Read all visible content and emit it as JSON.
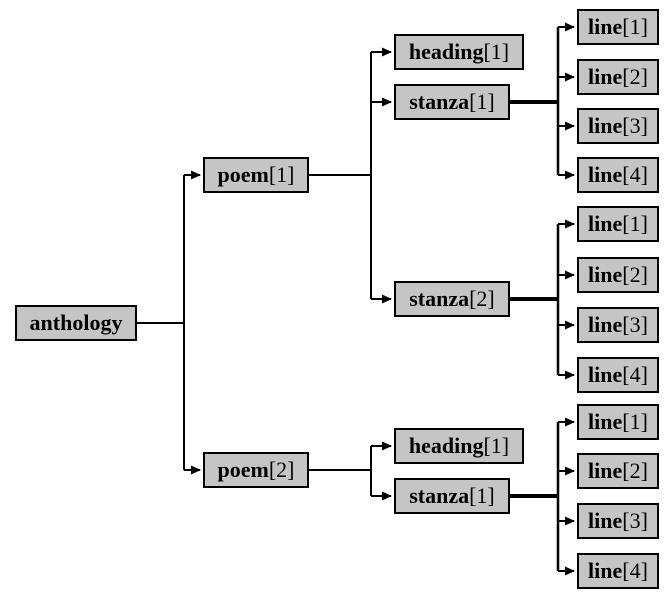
{
  "colors": {
    "background": "#ffffff",
    "node_fill": "#c5c5c5",
    "node_border": "#000000",
    "edge": "#000000",
    "text": "#000000"
  },
  "nodes": {
    "anthology": {
      "name": "anthology",
      "index": ""
    },
    "poem1": {
      "name": "poem",
      "index": "[1]"
    },
    "poem2": {
      "name": "poem",
      "index": "[2]"
    },
    "p1_heading1": {
      "name": "heading",
      "index": "[1]"
    },
    "p1_stanza1": {
      "name": "stanza",
      "index": "[1]"
    },
    "p1_stanza2": {
      "name": "stanza",
      "index": "[2]"
    },
    "p2_heading1": {
      "name": "heading",
      "index": "[1]"
    },
    "p2_stanza1": {
      "name": "stanza",
      "index": "[1]"
    },
    "p1s1_line1": {
      "name": "line",
      "index": "[1]"
    },
    "p1s1_line2": {
      "name": "line",
      "index": "[2]"
    },
    "p1s1_line3": {
      "name": "line",
      "index": "[3]"
    },
    "p1s1_line4": {
      "name": "line",
      "index": "[4]"
    },
    "p1s2_line1": {
      "name": "line",
      "index": "[1]"
    },
    "p1s2_line2": {
      "name": "line",
      "index": "[2]"
    },
    "p1s2_line3": {
      "name": "line",
      "index": "[3]"
    },
    "p1s2_line4": {
      "name": "line",
      "index": "[4]"
    },
    "p2s1_line1": {
      "name": "line",
      "index": "[1]"
    },
    "p2s1_line2": {
      "name": "line",
      "index": "[2]"
    },
    "p2s1_line3": {
      "name": "line",
      "index": "[3]"
    },
    "p2s1_line4": {
      "name": "line",
      "index": "[4]"
    }
  },
  "tree": {
    "label": "anthology",
    "children": [
      {
        "label": "poem[1]",
        "children": [
          {
            "label": "heading[1]"
          },
          {
            "label": "stanza[1]",
            "children": [
              {
                "label": "line[1]"
              },
              {
                "label": "line[2]"
              },
              {
                "label": "line[3]"
              },
              {
                "label": "line[4]"
              }
            ]
          },
          {
            "label": "stanza[2]",
            "children": [
              {
                "label": "line[1]"
              },
              {
                "label": "line[2]"
              },
              {
                "label": "line[3]"
              },
              {
                "label": "line[4]"
              }
            ]
          }
        ]
      },
      {
        "label": "poem[2]",
        "children": [
          {
            "label": "heading[1]"
          },
          {
            "label": "stanza[1]",
            "children": [
              {
                "label": "line[1]"
              },
              {
                "label": "line[2]"
              },
              {
                "label": "line[3]"
              },
              {
                "label": "line[4]"
              }
            ]
          }
        ]
      }
    ]
  }
}
